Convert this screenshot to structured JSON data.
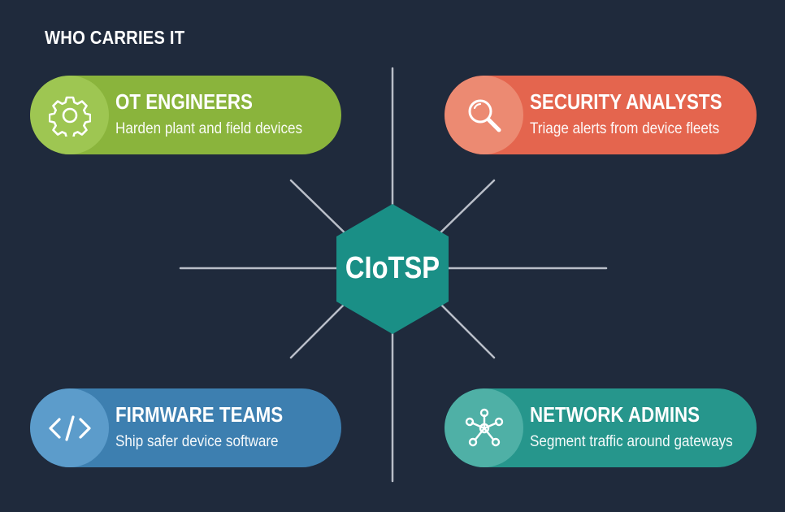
{
  "heading": "WHO CARRIES IT",
  "hub": {
    "label": "CIoTSP",
    "color": "#1a8f86"
  },
  "cards": [
    {
      "title": "OT ENGINEERS",
      "description": "Harden plant and field devices",
      "icon": "gear-icon",
      "color": "#8ab43c",
      "circle": "#9ec652"
    },
    {
      "title": "SECURITY ANALYSTS",
      "description": "Triage alerts from device fleets",
      "icon": "magnifier-icon",
      "color": "#e4654e",
      "circle": "#ec8a72"
    },
    {
      "title": "FIRMWARE TEAMS",
      "description": "Ship safer device software",
      "icon": "code-icon",
      "color": "#3d7fb0",
      "circle": "#5c9ccb"
    },
    {
      "title": "NETWORK ADMINS",
      "description": "Segment traffic around gateways",
      "icon": "network-icon",
      "color": "#26968c",
      "circle": "#4fb0a6"
    }
  ]
}
